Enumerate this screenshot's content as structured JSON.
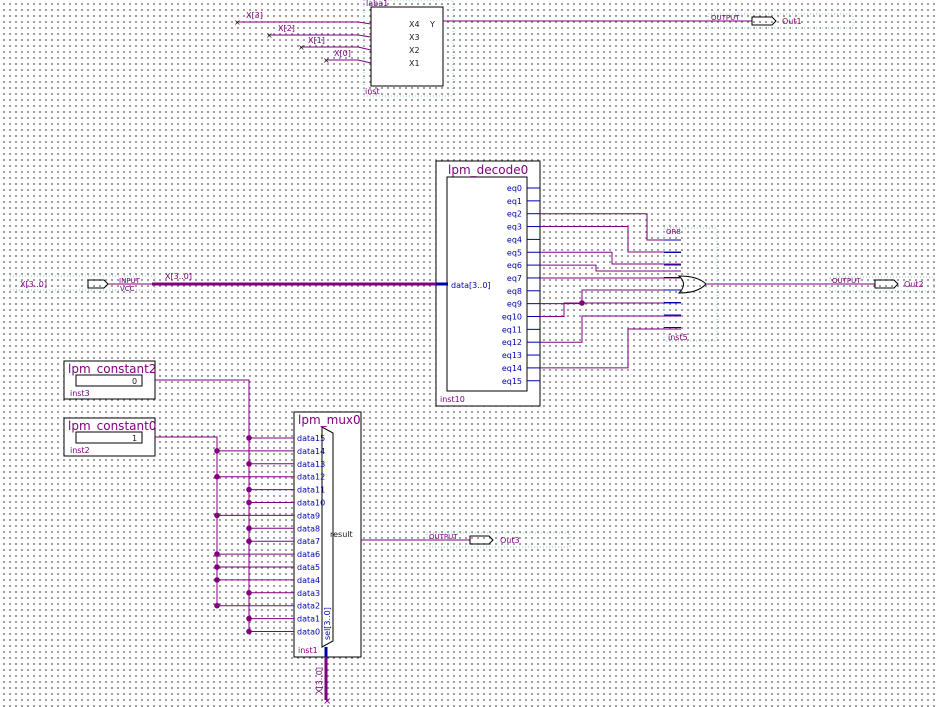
{
  "block_laba1": {
    "name": "laba1",
    "inputs": [
      "X4",
      "X3",
      "X2",
      "X1"
    ],
    "output": "Y",
    "instance": "inst"
  },
  "laba1_input_wires": [
    "X[3]",
    "X[2]",
    "X[1]",
    "X[0]"
  ],
  "out1": {
    "type": "OUTPUT",
    "name": "Out1"
  },
  "decoder": {
    "name": "lpm_decode0",
    "data_port": "data[3..0]",
    "outputs": [
      "eq0",
      "eq1",
      "eq2",
      "eq3",
      "eq4",
      "eq5",
      "eq6",
      "eq7",
      "eq8",
      "eq9",
      "eq10",
      "eq11",
      "eq12",
      "eq13",
      "eq14",
      "eq15"
    ],
    "instance": "inst10"
  },
  "input_pin": {
    "name": "X[3..0]",
    "type": "INPUT",
    "default": "VCC"
  },
  "bus_label_x": "X[3..0]",
  "or_gate": {
    "type": "OR8",
    "instance": "inst5"
  },
  "out2": {
    "type": "OUTPUT",
    "name": "Out2"
  },
  "const2": {
    "name": "lpm_constant2",
    "value": "0",
    "instance": "inst3"
  },
  "const0": {
    "name": "lpm_constant0",
    "value": "1",
    "instance": "inst2"
  },
  "mux": {
    "name": "lpm_mux0",
    "data_ports": [
      "data15",
      "data14",
      "data13",
      "data12",
      "data11",
      "data10",
      "data9",
      "data8",
      "data7",
      "data6",
      "data5",
      "data4",
      "data3",
      "data2",
      "data1",
      "data0"
    ],
    "result": "result",
    "sel": "sel[3..0]",
    "instance": "inst1"
  },
  "out3": {
    "type": "OUTPUT",
    "name": "Out3"
  },
  "sel_bus_label": "X[3..0]",
  "colors": {
    "wire": "#800080",
    "port_blue": "#0000b0",
    "background": "#ffffff",
    "grid_dot": "#6a6a6a"
  }
}
